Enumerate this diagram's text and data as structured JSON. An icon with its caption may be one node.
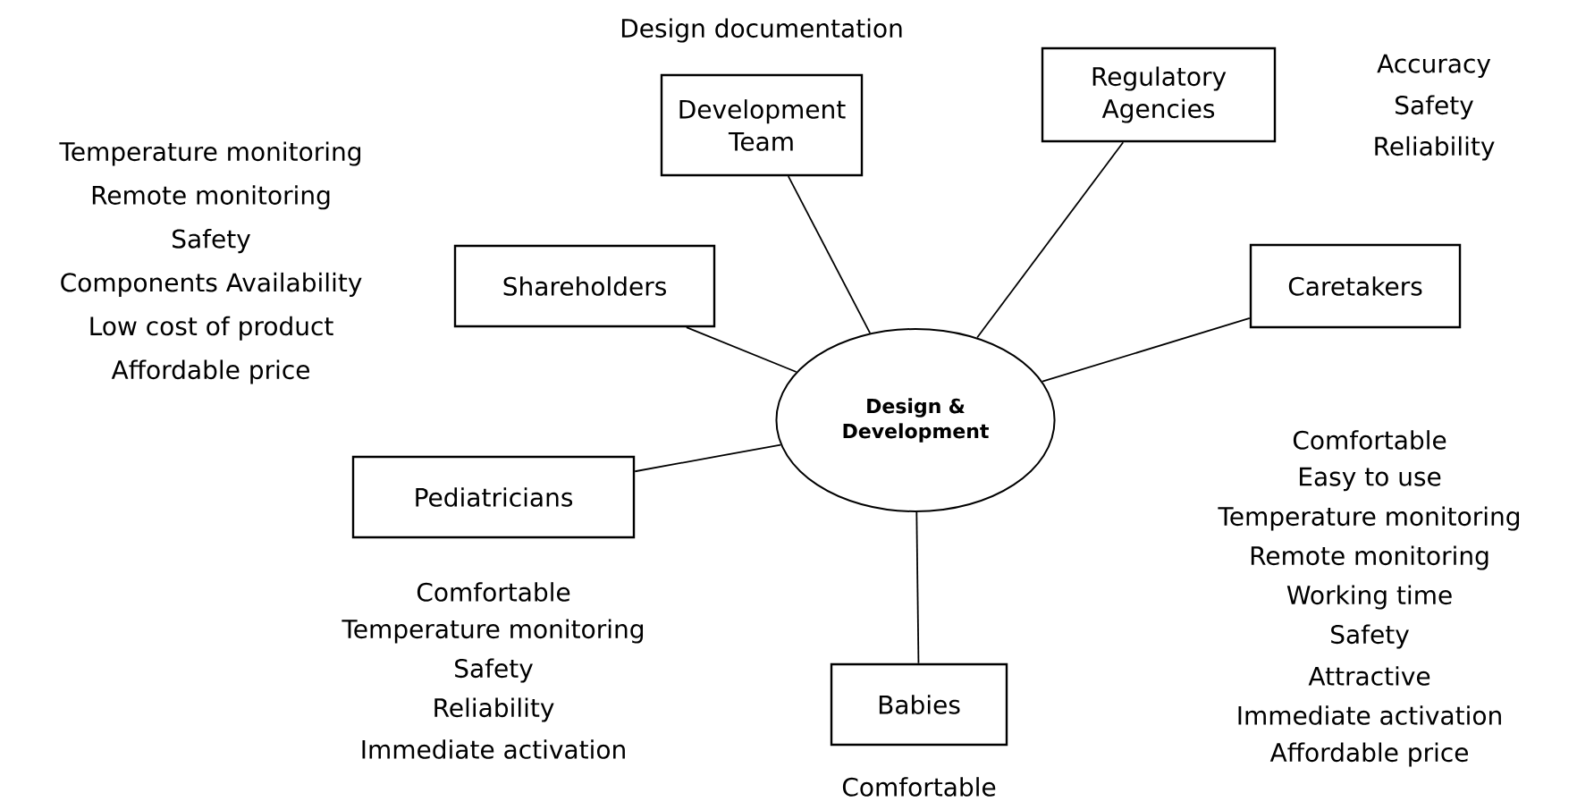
{
  "diagram": {
    "nodes": [
      {
        "text": [
          "Development Team"
        ],
        "beside": [
          "Design documentation"
        ]
      },
      {
        "text": [
          "Regulatory Agencies"
        ],
        "beside": [
          "Accuracy",
          "Safety",
          "Reliability"
        ]
      },
      {
        "text": [
          "Shareholders"
        ],
        "beside": [
          "Temperature monitoring",
          "Remote monitoring",
          "Safety",
          "Components Availability",
          "Low cost of product",
          "Affordable price"
        ]
      },
      {
        "text": [
          "Caretakers"
        ],
        "beside": [
          "Comfortable",
          "Easy to use",
          "Temperature monitoring",
          "Remote monitoring",
          "Working time",
          "Safety",
          "Attractive",
          "Immediate activation",
          "Affordable price"
        ]
      },
      {
        "text": [
          "Design & Development"
        ]
      },
      {
        "text": [
          "Pediatricians"
        ],
        "beside": [
          "Comfortable",
          "Temperature monitoring",
          "Safety",
          "Reliability",
          "Immediate activation"
        ]
      },
      {
        "text": [
          "Babies"
        ],
        "beside": [
          "Comfortable"
        ]
      }
    ],
    "edges": [
      {
        "from": 4,
        "to": 0,
        "arrow": "none"
      },
      {
        "from": 4,
        "to": 1,
        "arrow": "none"
      },
      {
        "from": 4,
        "to": 2,
        "arrow": "none"
      },
      {
        "from": 4,
        "to": 3,
        "arrow": "none"
      },
      {
        "from": 4,
        "to": 5,
        "arrow": "none"
      },
      {
        "from": 4,
        "to": 6,
        "arrow": "none"
      }
    ]
  }
}
